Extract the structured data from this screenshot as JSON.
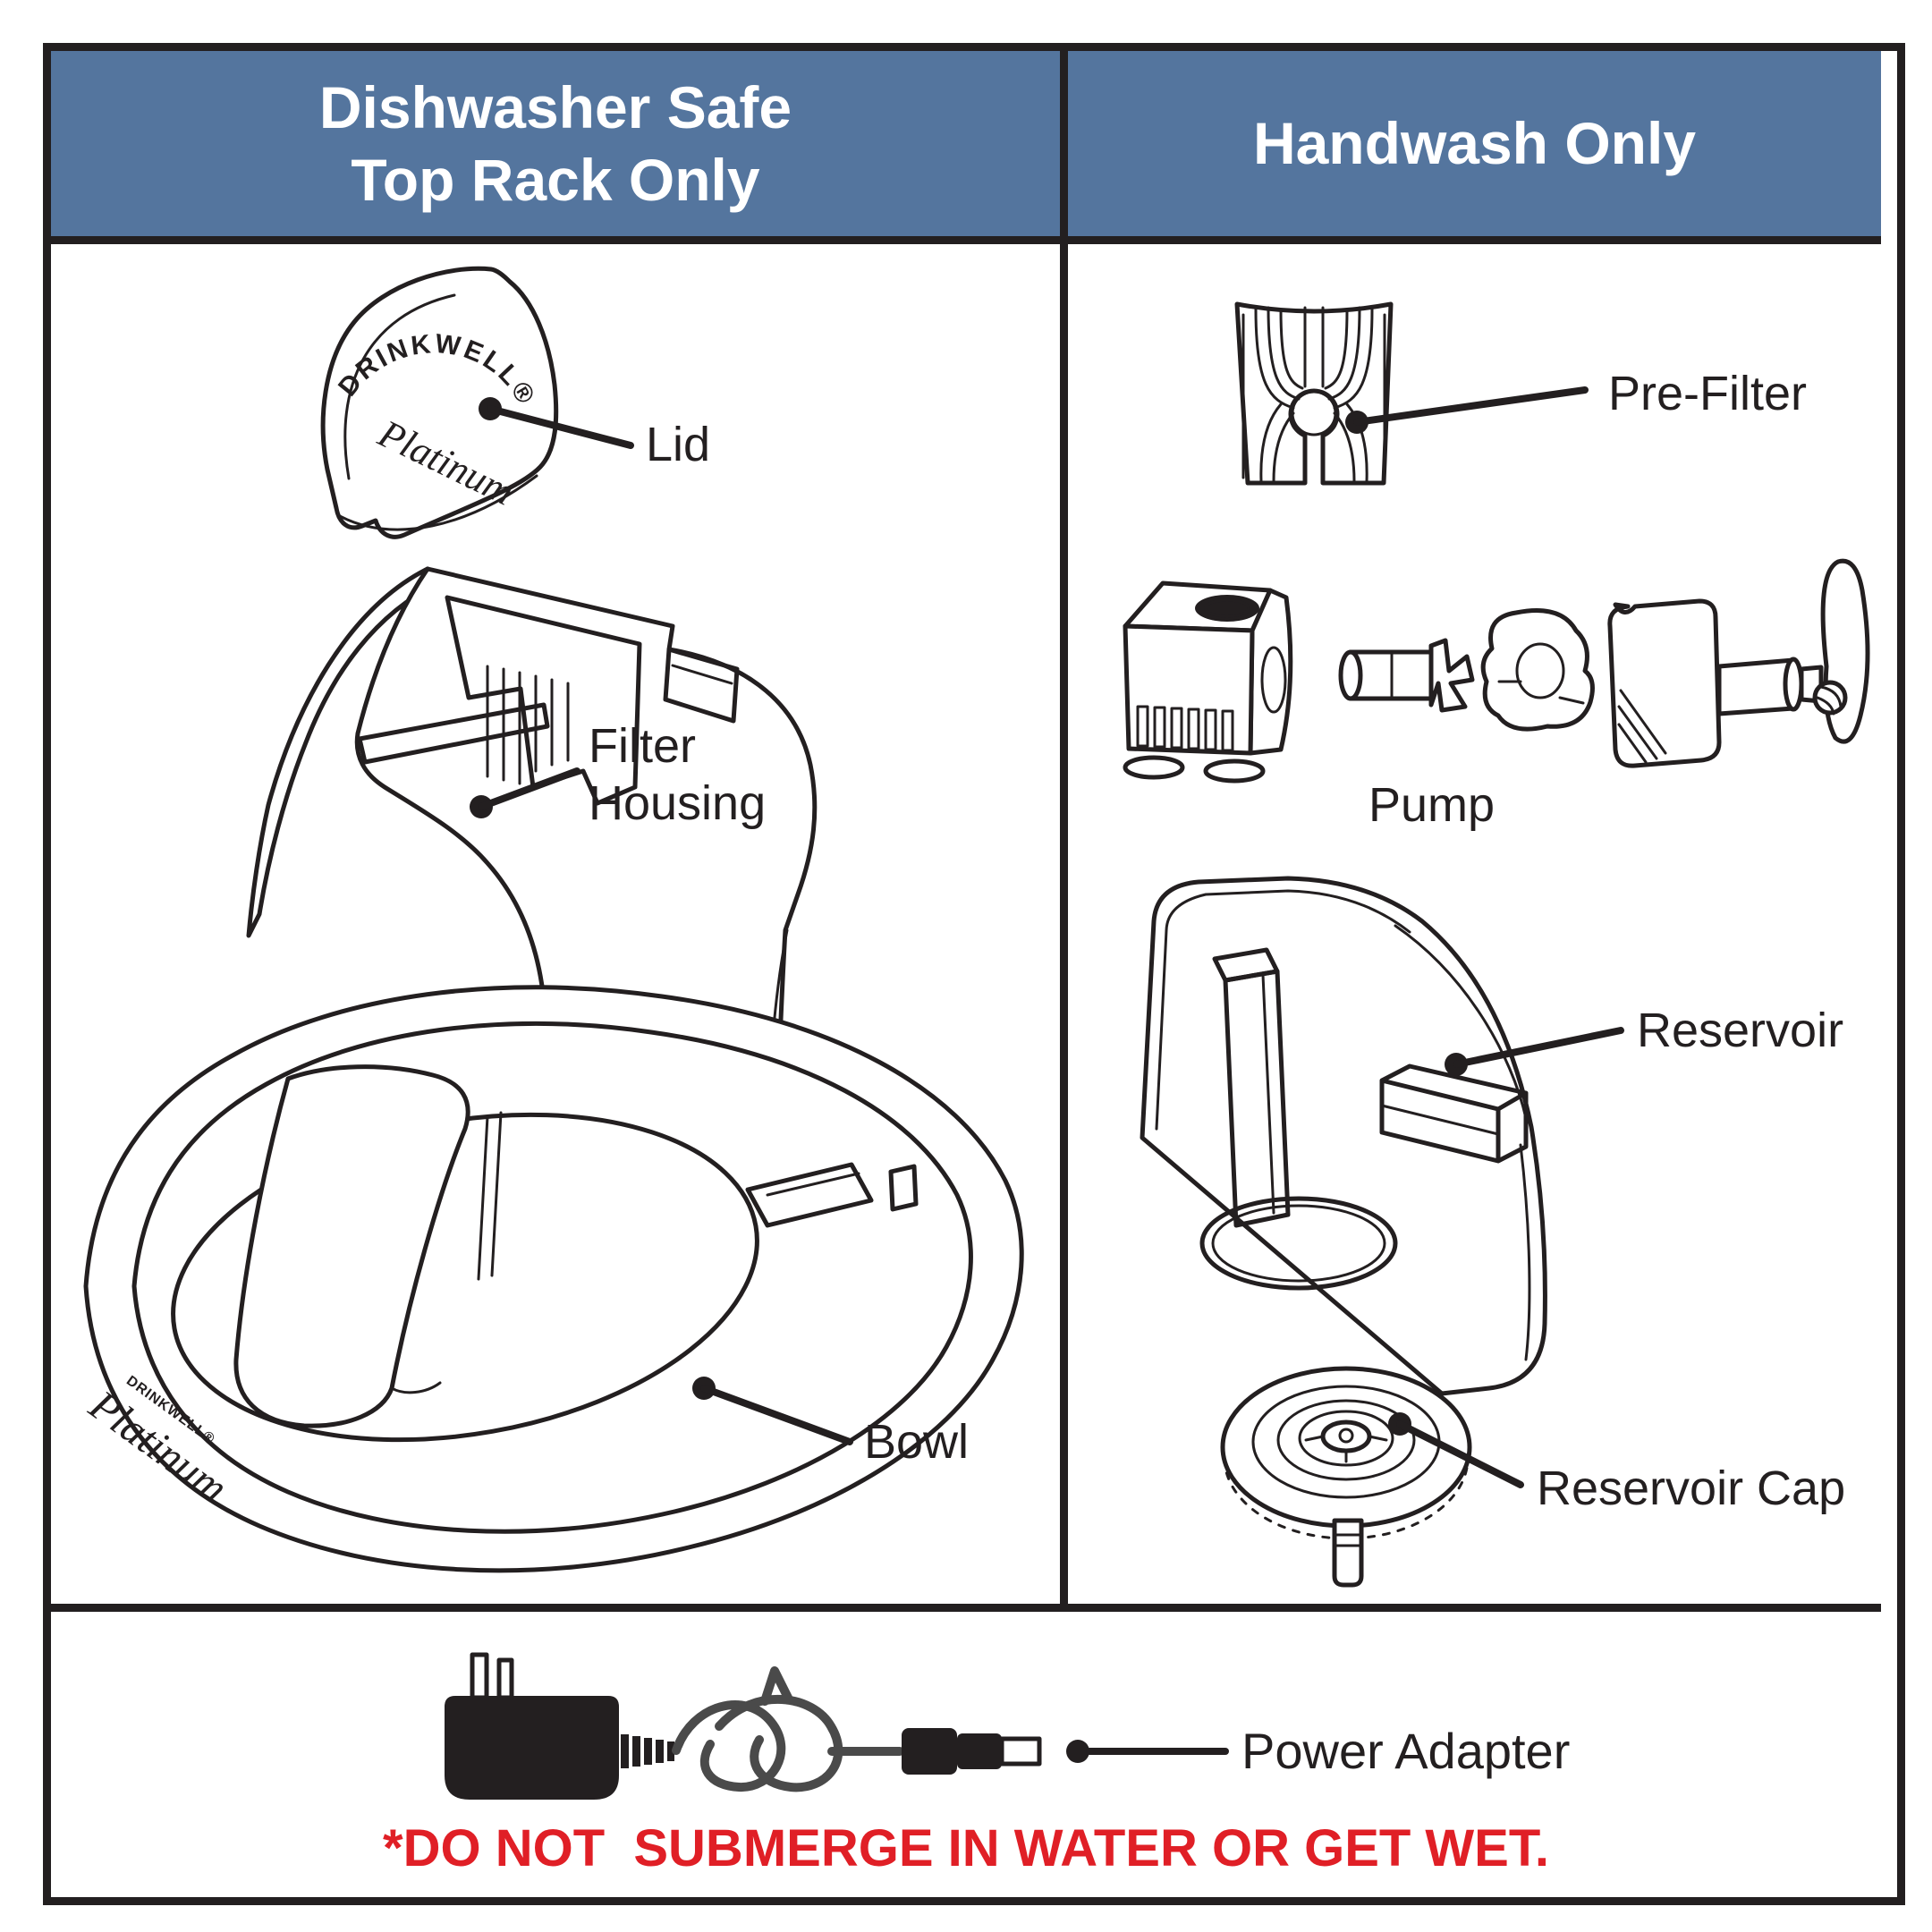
{
  "colors": {
    "header_bg": "#54759e",
    "ink": "#231f20",
    "warning_red": "#e01f26",
    "background": "#ffffff"
  },
  "headers": {
    "left_line1": "Dishwasher Safe",
    "left_line2": "Top Rack Only",
    "right": "Handwash Only"
  },
  "left_panel": {
    "labels": {
      "lid": "Lid",
      "filter_housing_line1": "Filter",
      "filter_housing_line2": "Housing",
      "bowl": "Bowl"
    },
    "branding": {
      "lid_arc": "DRINKWELL®",
      "lid_script": "Platinum",
      "bowl_brand": "DRINKWELL®",
      "bowl_script": "Platinum"
    }
  },
  "right_panel": {
    "labels": {
      "pre_filter": "Pre-Filter",
      "pump": "Pump",
      "reservoir": "Reservoir",
      "reservoir_cap": "Reservoir Cap"
    }
  },
  "bottom_panel": {
    "power_adapter_label": "Power Adapter",
    "warning": "*DO NOT  SUBMERGE IN WATER OR GET WET."
  }
}
